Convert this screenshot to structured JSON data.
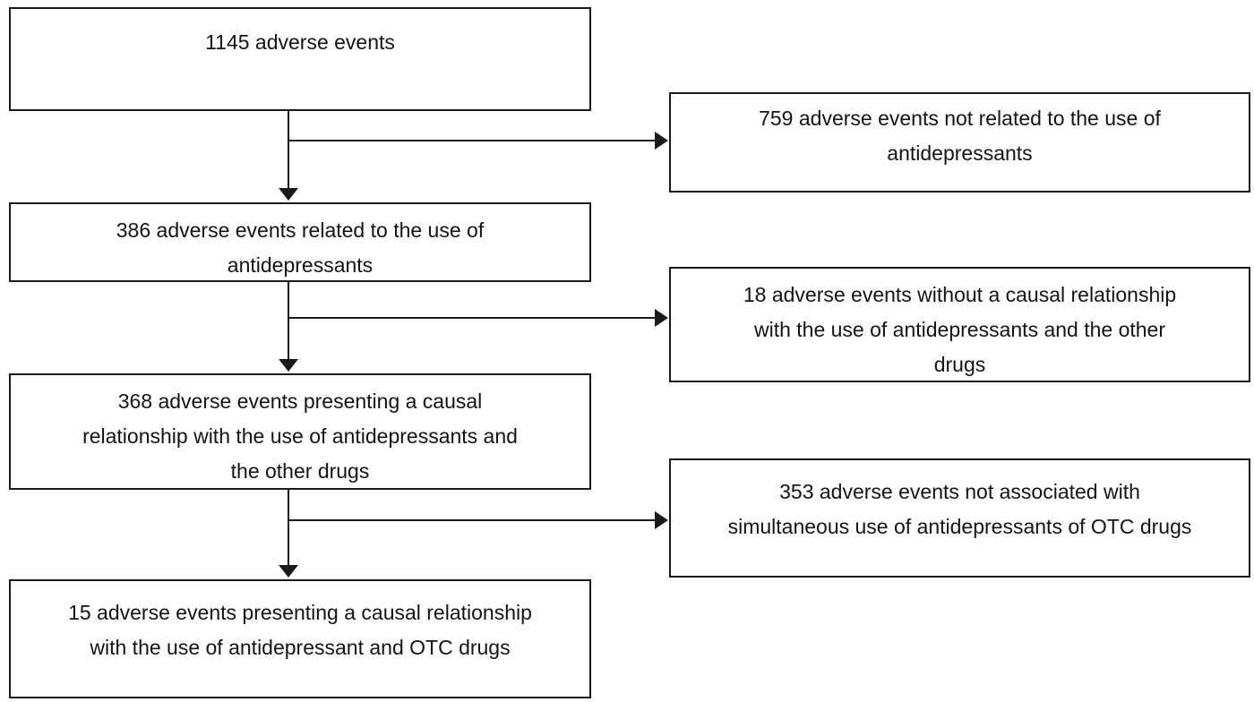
{
  "flowchart": {
    "description": "Flow diagram of adverse events selection related to antidepressant and OTC drug use",
    "colors": {
      "background": "#ffffff",
      "box_border": "#1a1a1a",
      "text": "#141414",
      "arrow": "#1a1a1a"
    },
    "nodes": [
      {
        "id": "total",
        "column": "left",
        "lines": [
          "1145 adverse events"
        ]
      },
      {
        "id": "not-related",
        "column": "right",
        "lines": [
          "759 adverse events not related to the use of",
          "antidepressants"
        ]
      },
      {
        "id": "related",
        "column": "left",
        "lines": [
          "386 adverse events related to the use of",
          "antidepressants"
        ]
      },
      {
        "id": "without-causal",
        "column": "right",
        "lines": [
          "18 adverse events without a causal relationship",
          "with the use of antidepressants and the other",
          "drugs"
        ]
      },
      {
        "id": "causal",
        "column": "left",
        "lines": [
          "368 adverse events presenting a causal",
          "relationship with the use of antidepressants and",
          "the other drugs"
        ]
      },
      {
        "id": "not-simultaneous",
        "column": "right",
        "lines": [
          "353 adverse events not associated with",
          "simultaneous use of antidepressants of OTC drugs"
        ]
      },
      {
        "id": "causal-otc",
        "column": "left",
        "lines": [
          "15 adverse events presenting a causal relationship",
          "with the use of antidepressant and OTC drugs"
        ]
      }
    ],
    "edges": [
      {
        "from": "total",
        "to": "related",
        "direction": "down"
      },
      {
        "from": "total",
        "to": "not-related",
        "direction": "right"
      },
      {
        "from": "related",
        "to": "causal",
        "direction": "down"
      },
      {
        "from": "related",
        "to": "without-causal",
        "direction": "right"
      },
      {
        "from": "causal",
        "to": "causal-otc",
        "direction": "down"
      },
      {
        "from": "causal",
        "to": "not-simultaneous",
        "direction": "right"
      }
    ]
  }
}
